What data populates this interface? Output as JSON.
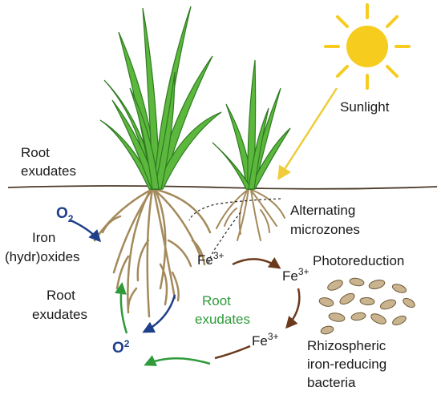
{
  "labels": {
    "sunlight": "Sunlight",
    "root_exudates_top_1": "Root",
    "root_exudates_top_2": "exudates",
    "o2_top": "O",
    "o2_top_sub": "2",
    "iron_1": "Iron",
    "iron_2": "(hydr)oxides",
    "root_exudates_left_1": "Root",
    "root_exudates_left_2": "exudates",
    "o2_bottom": "O",
    "o2_bottom_sup": "2",
    "root_exudates_green_1": "Root",
    "root_exudates_green_2": "exudates",
    "alternating_1": "Alternating",
    "alternating_2": "microzones",
    "photoreduction": "Photoreduction",
    "fe_base": "Fe",
    "fe_charge": "3+",
    "bacteria_1": "Rhizospheric",
    "bacteria_2": "iron-reducing",
    "bacteria_3": "bacteria"
  },
  "colors": {
    "grass_fill": "#5bb83c",
    "grass_stroke": "#2f7a22",
    "root": "#a48a5b",
    "soil_line": "#4a3b28",
    "sun": "#f6cc1f",
    "sun_arrow": "#f0cc3a",
    "blue_arrow": "#1e3f8a",
    "green_arrow": "#2e9a3a",
    "brown_arrow": "#6b3a1c",
    "bacteria_fill": "#c9b48f",
    "bacteria_stroke": "#6e5a38"
  }
}
